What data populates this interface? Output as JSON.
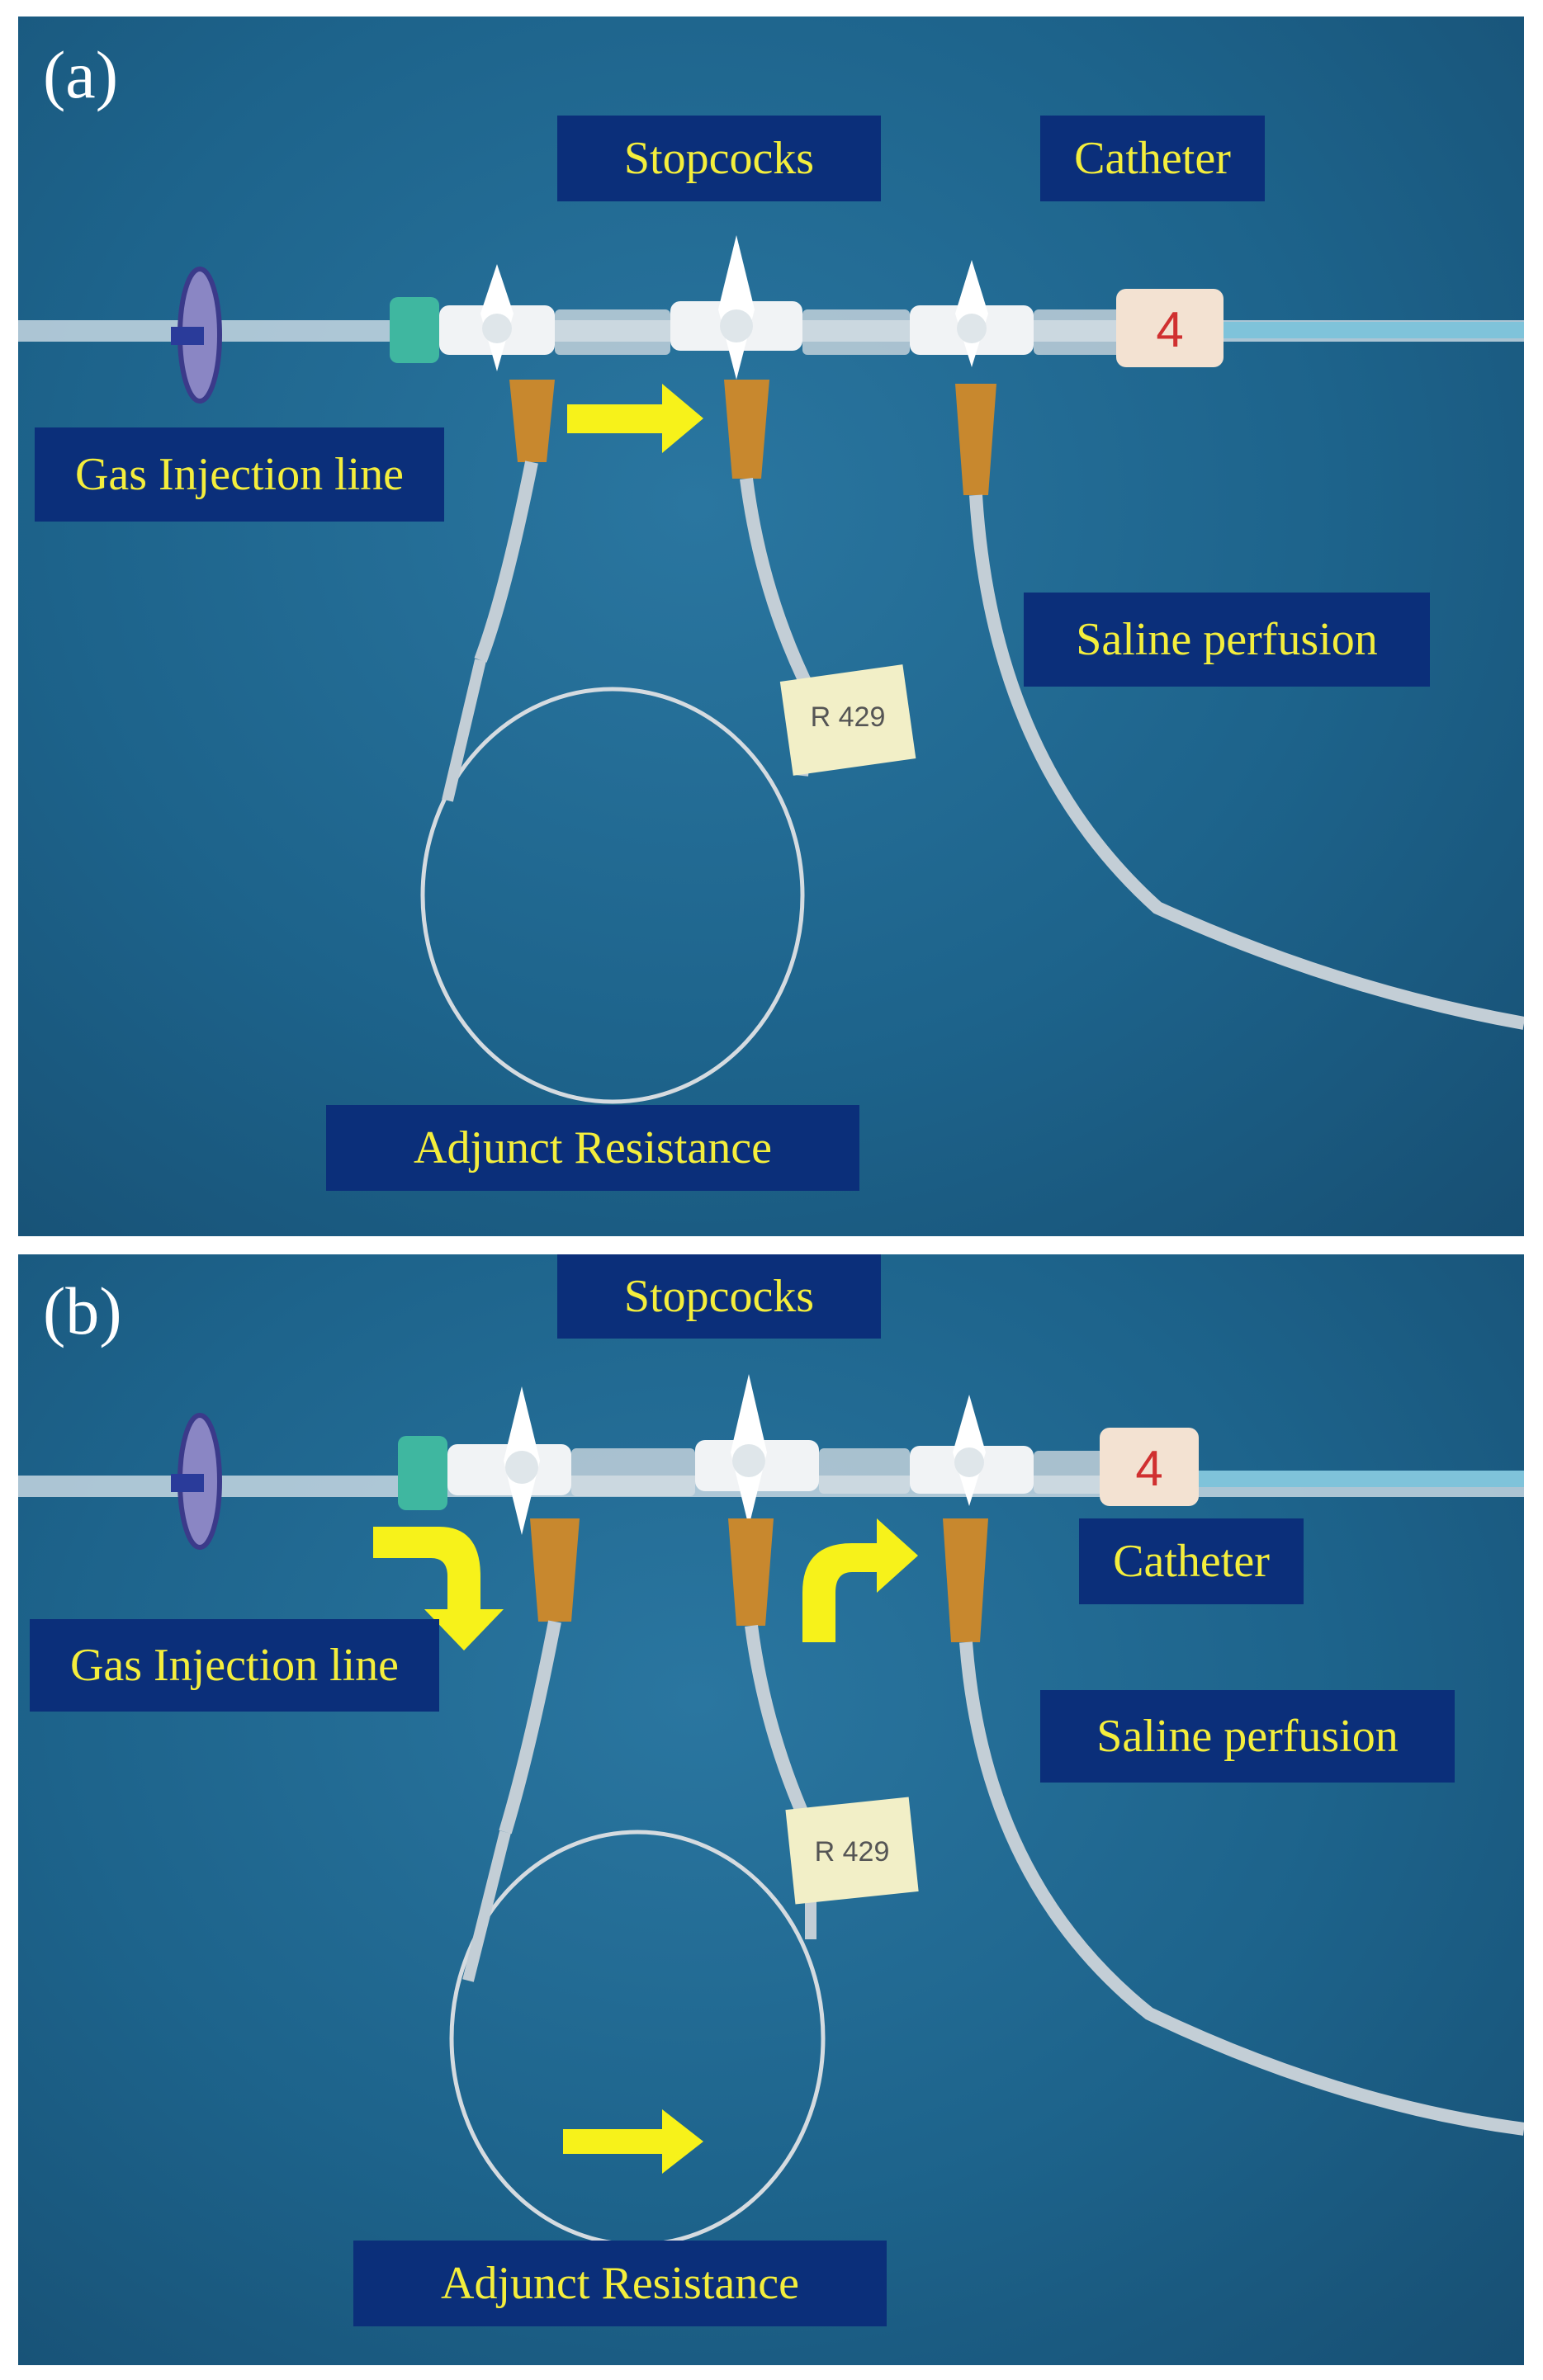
{
  "figure": {
    "panel_a": {
      "letter": "(a)",
      "labels": {
        "stopcocks": "Stopcocks",
        "catheter": "Catheter",
        "gas_injection": "Gas Injection line",
        "saline": "Saline perfusion",
        "resistance": "Adjunct Resistance"
      },
      "tag_text": "R 429",
      "connector_number": "4"
    },
    "panel_b": {
      "letter": "(b)",
      "labels": {
        "stopcocks": "Stopcocks",
        "catheter": "Catheter",
        "gas_injection": "Gas Injection line",
        "saline": "Saline perfusion",
        "resistance": "Adjunct Resistance"
      },
      "tag_text": "R 429",
      "connector_number": "4"
    },
    "colors": {
      "background": "#1d638b",
      "label_box": "#0b2f7a",
      "label_text": "#f4ee3c",
      "arrow": "#f7f21a",
      "luer": "#c8882e"
    }
  }
}
